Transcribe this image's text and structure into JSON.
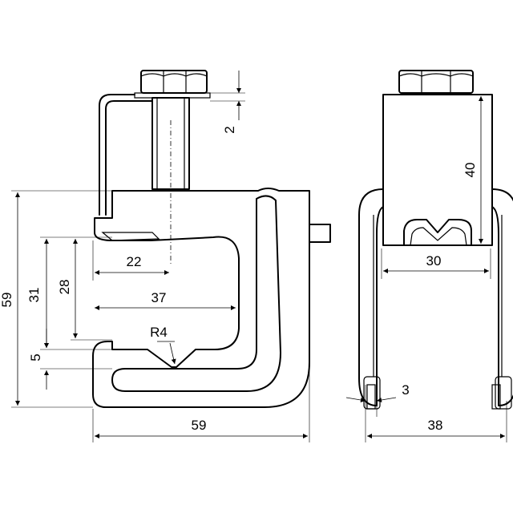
{
  "dimensions": {
    "d_2": "2",
    "d_40": "40",
    "d_22": "22",
    "d_30": "30",
    "d_37": "37",
    "d_31": "31",
    "d_28": "28",
    "d_59_v": "59",
    "d_r4": "R4",
    "d_5": "5",
    "d_3": "3",
    "d_59_h": "59",
    "d_38": "38"
  }
}
